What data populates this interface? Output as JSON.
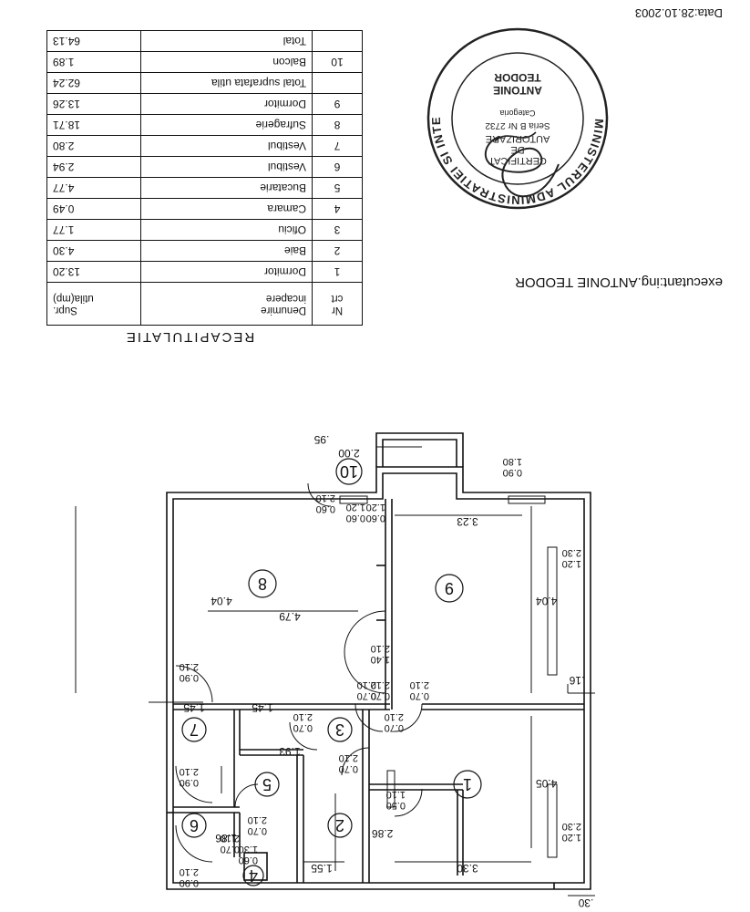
{
  "document": {
    "recap_title": "RECAPITULATIE",
    "table_headers": {
      "nr": "Nr\ncrt",
      "name": "Denumire\nincapere",
      "area": "Supr.\nutila(mp)"
    },
    "rooms": [
      {
        "nr": "1",
        "name": "Dormitor",
        "area": "13.20"
      },
      {
        "nr": "2",
        "name": "Baie",
        "area": "4.30"
      },
      {
        "nr": "3",
        "name": "Oficiu",
        "area": "1.77"
      },
      {
        "nr": "4",
        "name": "Camara",
        "area": "0.49"
      },
      {
        "nr": "5",
        "name": "Bucatarie",
        "area": "4.77"
      },
      {
        "nr": "6",
        "name": "Vestibul",
        "area": "2.94"
      },
      {
        "nr": "7",
        "name": "Vestibul",
        "area": "2.80"
      },
      {
        "nr": "8",
        "name": "Sufragerie",
        "area": "18.71"
      },
      {
        "nr": "9",
        "name": "Dormitor",
        "area": "13.26"
      }
    ],
    "subtotal_label": "Total suprafata utila",
    "subtotal_value": "62.24",
    "balcony": {
      "nr": "10",
      "name": "Balcon",
      "area": "1.89"
    },
    "total_label": "Total",
    "total_value": "64.13",
    "executant": "executant:ing.ANTONIE TEODOR",
    "date": "Data:28.10.2003",
    "stamp_text": {
      "outer": "MINISTERUL ADMINISTRATIEI SI INTERNELOR",
      "line1": "CERTIFICAT",
      "line2": "DE",
      "line3": "AUTORIZARE",
      "line4": "Seria B Nr 2732",
      "line5": "Categoria",
      "line6": "ANTONIE",
      "line7": "TEODOR"
    }
  },
  "plan": {
    "room_numbers": [
      "1",
      "2",
      "3",
      "4",
      "5",
      "6",
      "7",
      "8",
      "9",
      "10"
    ],
    "dimensions": {
      "room1_width": "3.30",
      "room1_height": "4.05",
      "room2_width": "1.55",
      "room2_height": "2.86",
      "room5_height": "1.93",
      "room6_height": "1.86",
      "room7_width": "1.45",
      "room7_width_b": "1.45",
      "room8_width": "4.79",
      "room8_height": "4.04",
      "room9_width": "3.23",
      "room9_height": "4.04",
      "balcony_width": "2.00",
      "balcony_outer": ".95",
      "wall_thickness_a": ".30",
      "wall_thickness_b": ".16"
    },
    "openings": {
      "win_room1_right": [
        "1.20",
        "2.30"
      ],
      "win_room9_right": [
        "1.20",
        "2.30"
      ],
      "win_room1_small": [
        "0.50",
        "1.10"
      ],
      "win_top_right": [
        "0.90",
        "1.80"
      ],
      "door_balcony_a": [
        "0.60",
        "1.20"
      ],
      "door_balcony_b": [
        "0.60",
        "1.20"
      ],
      "door_balcony_c": [
        "0.60",
        "2.10"
      ],
      "door_room9": [
        "0.70",
        "2.10"
      ],
      "door_room1": [
        "0.70",
        "2.10"
      ],
      "door_hall_double": [
        "1.40",
        "2.10"
      ],
      "door_office_a": [
        "0.70",
        "2.10"
      ],
      "door_office_b": [
        "0.70",
        "2.10"
      ],
      "door_office_c": [
        "0.70",
        "2.10"
      ],
      "door_kitchen": [
        "0.70",
        "2.10"
      ],
      "door_bath": [
        "0.70",
        "2.10"
      ],
      "door_entry": [
        "0.90",
        "2.10"
      ],
      "door_vest7": [
        "0.90",
        "2.10"
      ],
      "door_vest6": [
        "0.90",
        "2.10"
      ],
      "door_pantry": [
        "0.70",
        "2.10"
      ],
      "door_pantry_small": [
        "0.60",
        "1.30"
      ]
    }
  }
}
